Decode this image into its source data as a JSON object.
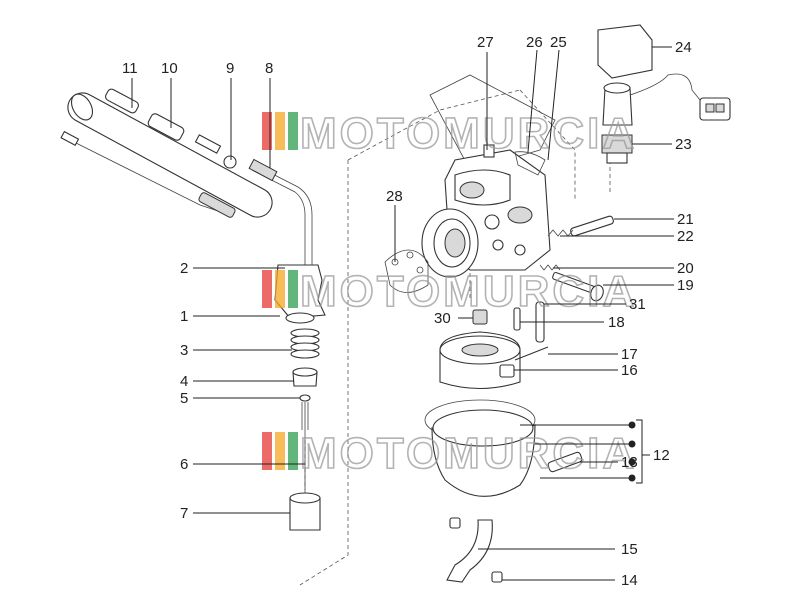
{
  "diagram": {
    "watermark_text": "MOTOMURCIA",
    "watermark_stripe_colors": [
      "#e53935",
      "#f5a623",
      "#2e9e4f"
    ],
    "callouts": [
      {
        "id": "c1",
        "label": "1"
      },
      {
        "id": "c2",
        "label": "2"
      },
      {
        "id": "c3",
        "label": "3"
      },
      {
        "id": "c4",
        "label": "4"
      },
      {
        "id": "c5",
        "label": "5"
      },
      {
        "id": "c6",
        "label": "6"
      },
      {
        "id": "c7",
        "label": "7"
      },
      {
        "id": "c8",
        "label": "8"
      },
      {
        "id": "c9",
        "label": "9"
      },
      {
        "id": "c10",
        "label": "10"
      },
      {
        "id": "c11",
        "label": "11"
      },
      {
        "id": "c12",
        "label": "12"
      },
      {
        "id": "c13",
        "label": "13"
      },
      {
        "id": "c14",
        "label": "14"
      },
      {
        "id": "c15",
        "label": "15"
      },
      {
        "id": "c16",
        "label": "16"
      },
      {
        "id": "c17",
        "label": "17"
      },
      {
        "id": "c18",
        "label": "18"
      },
      {
        "id": "c19",
        "label": "19"
      },
      {
        "id": "c20",
        "label": "20"
      },
      {
        "id": "c21",
        "label": "21"
      },
      {
        "id": "c22",
        "label": "22"
      },
      {
        "id": "c23",
        "label": "23"
      },
      {
        "id": "c24",
        "label": "24"
      },
      {
        "id": "c25",
        "label": "25"
      },
      {
        "id": "c26",
        "label": "26"
      },
      {
        "id": "c27",
        "label": "27"
      },
      {
        "id": "c28",
        "label": "28"
      },
      {
        "id": "c30",
        "label": "30"
      },
      {
        "id": "c31",
        "label": "31"
      }
    ]
  }
}
